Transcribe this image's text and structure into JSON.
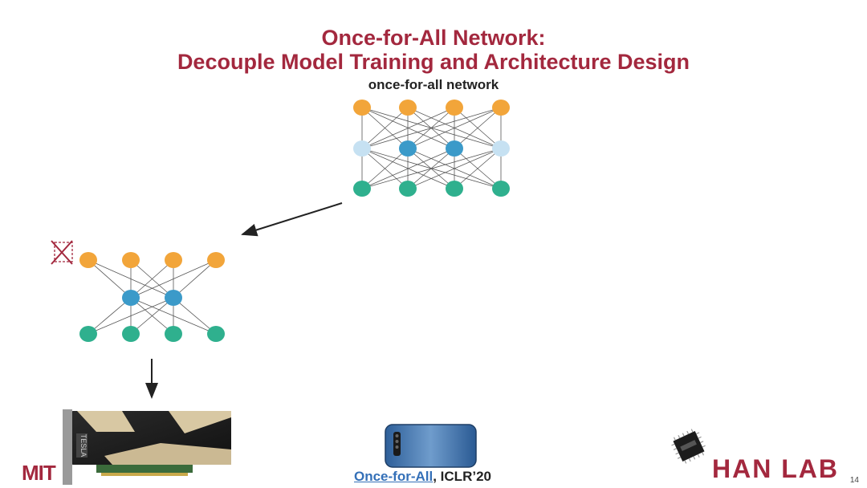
{
  "slide": {
    "title_line1": "Once-for-All Network:",
    "title_line2": "Decouple Model Training and Architecture Design",
    "network_label": "once-for-all network",
    "citation_link": "Once-for-All",
    "citation_rest": ", ICLR’20",
    "slide_number": "14",
    "left_logo": "MIT",
    "right_logo": "HAN LAB"
  },
  "colors": {
    "title": "#a3283e",
    "top_layer": "#f2a53a",
    "middle_active": "#3b9ac9",
    "middle_inactive": "#c6e1f2",
    "bottom_layer": "#2fb08e"
  },
  "icons": {
    "pruned_node": "crossed-node-icon",
    "gpu": "tesla-gpu-icon",
    "phone": "smartphone-icon",
    "chip": "microcontroller-icon"
  }
}
